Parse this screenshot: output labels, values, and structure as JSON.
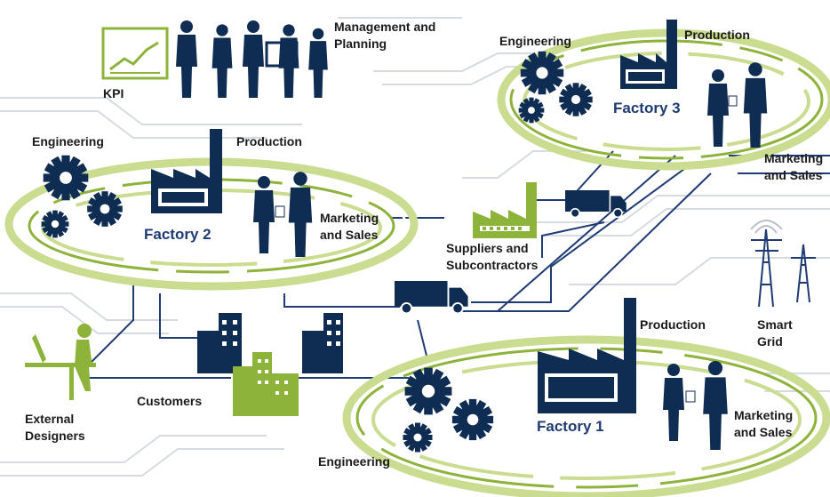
{
  "labels": {
    "management": "Management and\nPlanning",
    "kpi": "KPI",
    "factory2": {
      "name": "Factory 2",
      "engineering": "Engineering",
      "production": "Production",
      "marketing": "Marketing\nand Sales"
    },
    "factory3": {
      "name": "Factory 3",
      "engineering": "Engineering",
      "production": "Production",
      "marketing": "Marketing\nand Sales"
    },
    "factory1": {
      "name": "Factory 1",
      "engineering": "Engineering",
      "production": "Production",
      "marketing": "Marketing\nand Sales"
    },
    "suppliers": "Suppliers and\nSubcontractors",
    "customers": "Customers",
    "external_designers": "External\nDesigners",
    "smart_grid": "Smart\nGrid"
  },
  "colors": {
    "navy": "#0f2c52",
    "green": "#8db33a",
    "light_green": "#c9dc8f",
    "circuit": "#d6dbe1",
    "text": "#1a1a1a",
    "factory_text": "#1f3b73"
  },
  "icons": [
    "gear-icon",
    "factory-icon",
    "person-icon",
    "truck-icon",
    "building-icon",
    "kpi-chart-icon",
    "power-tower-icon",
    "designer-icon"
  ]
}
